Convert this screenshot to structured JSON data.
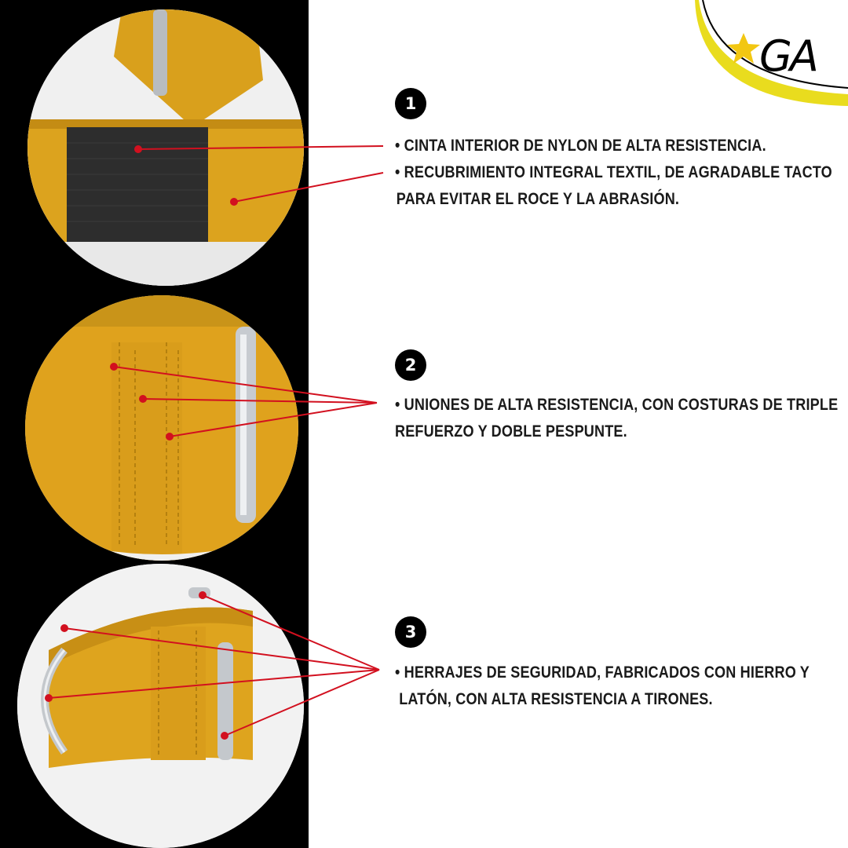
{
  "brand": {
    "text": "GA",
    "accent_color": "#e9dc1e",
    "star_color": "#f2c712"
  },
  "colors": {
    "left_band": "#000000",
    "callout_line": "#d2101f",
    "collar": "#e0a51e",
    "nylon": "#2b2b2b"
  },
  "features": [
    {
      "number": "1",
      "items": [
        {
          "line1": "• CINTA INTERIOR DE NYLON  DE ALTA RESISTENCIA.",
          "line2": ""
        },
        {
          "line1": "• RECUBRIMIENTO INTEGRAL TEXTIL,  DE AGRADABLE TACTO",
          "line2": "PARA EVITAR EL ROCE Y LA ABRASIÓN."
        }
      ]
    },
    {
      "number": "2",
      "items": [
        {
          "line1": "• UNIONES DE ALTA RESISTENCIA, CON COSTURAS DE TRIPLE",
          "line2": "REFUERZO Y DOBLE PESPUNTE."
        }
      ]
    },
    {
      "number": "3",
      "items": [
        {
          "line1": "• HERRAJES DE SEGURIDAD, FABRICADOS CON HIERRO Y",
          "line2": " LATÓN, CON ALTA RESISTENCIA A TIRONES."
        }
      ]
    }
  ]
}
